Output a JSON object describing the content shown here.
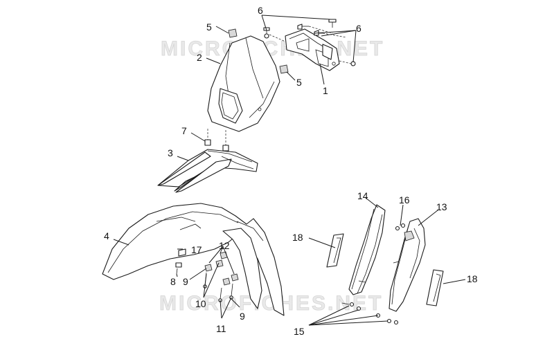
{
  "diagram": {
    "watermark": "MICROFICHES.NET",
    "callouts": [
      {
        "id": "c1",
        "label": "1"
      },
      {
        "id": "c2",
        "label": "2"
      },
      {
        "id": "c3",
        "label": "3"
      },
      {
        "id": "c4",
        "label": "4"
      },
      {
        "id": "c5a",
        "label": "5"
      },
      {
        "id": "c5b",
        "label": "5"
      },
      {
        "id": "c6a",
        "label": "6"
      },
      {
        "id": "c6b",
        "label": "6"
      },
      {
        "id": "c7",
        "label": "7"
      },
      {
        "id": "c8",
        "label": "8"
      },
      {
        "id": "c9a",
        "label": "9"
      },
      {
        "id": "c9b",
        "label": "9"
      },
      {
        "id": "c10",
        "label": "10"
      },
      {
        "id": "c11",
        "label": "11"
      },
      {
        "id": "c12",
        "label": "12"
      },
      {
        "id": "c13",
        "label": "13"
      },
      {
        "id": "c14",
        "label": "14"
      },
      {
        "id": "c15",
        "label": "15"
      },
      {
        "id": "c16",
        "label": "16"
      },
      {
        "id": "c17",
        "label": "17"
      },
      {
        "id": "c18a",
        "label": "18"
      },
      {
        "id": "c18b",
        "label": "18"
      }
    ]
  }
}
